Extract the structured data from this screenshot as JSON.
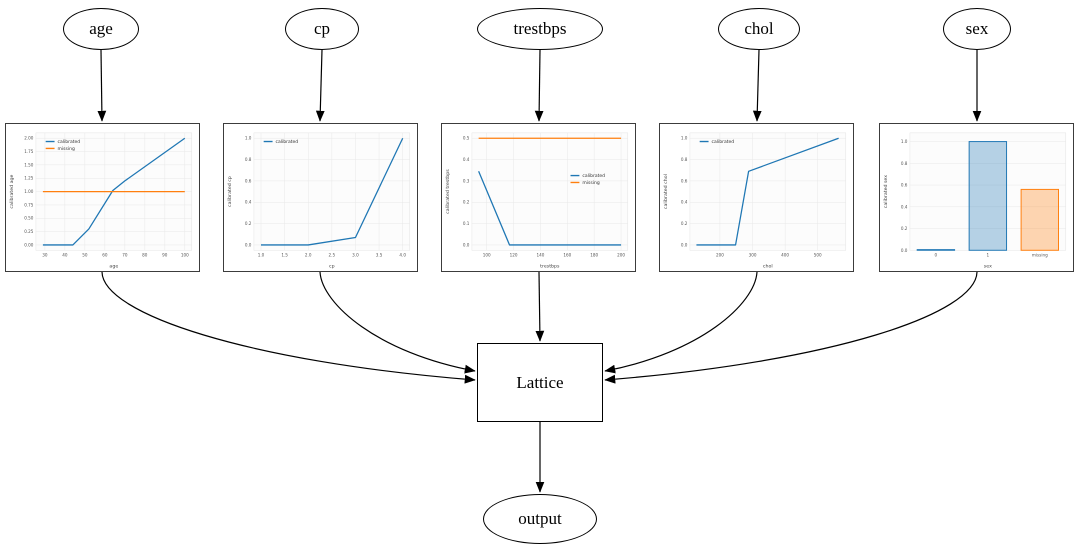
{
  "diagram": {
    "features": [
      {
        "label": "age"
      },
      {
        "label": "cp"
      },
      {
        "label": "trestbps"
      },
      {
        "label": "chol"
      },
      {
        "label": "sex"
      }
    ],
    "lattice_label": "Lattice",
    "output_label": "output",
    "colors": {
      "calibrated": "#1f77b4",
      "missing": "#ff7f0e"
    }
  },
  "chart_data": [
    {
      "type": "line",
      "xlabel": "age",
      "ylabel": "calibrated age",
      "xlim": [
        25.5,
        103.5
      ],
      "ylim": [
        -0.1,
        2.1
      ],
      "xticks": {
        "values": [
          30,
          40,
          50,
          60,
          70,
          80,
          90,
          100
        ],
        "labels": [
          "30",
          "40",
          "50",
          "60",
          "70",
          "80",
          "90",
          "100"
        ]
      },
      "yticks": {
        "values": [
          0,
          0.25,
          0.5,
          0.75,
          1.0,
          1.25,
          1.5,
          1.75,
          2.0
        ],
        "labels": [
          "0.00",
          "0.25",
          "0.50",
          "0.75",
          "1.00",
          "1.25",
          "1.50",
          "1.75",
          "2.00"
        ]
      },
      "series": [
        {
          "name": "calibrated",
          "color": "#1f77b4",
          "points": [
            [
              29,
              0
            ],
            [
              44,
              0
            ],
            [
              52,
              0.3
            ],
            [
              64,
              1.02
            ],
            [
              70,
              1.2
            ],
            [
              100,
              2.0
            ]
          ]
        },
        {
          "name": "missing",
          "color": "#ff7f0e",
          "points": [
            [
              29,
              1.0
            ],
            [
              100,
              1.0
            ]
          ]
        }
      ],
      "legend": {
        "pos": [
          0.05,
          0.04
        ],
        "items": [
          {
            "label": "calibrated",
            "color": "#1f77b4"
          },
          {
            "label": "missing",
            "color": "#ff7f0e"
          }
        ]
      }
    },
    {
      "type": "line",
      "xlabel": "cp",
      "ylabel": "calibrated cp",
      "xlim": [
        0.85,
        4.15
      ],
      "ylim": [
        -0.05,
        1.05
      ],
      "xticks": {
        "values": [
          1.0,
          1.5,
          2.0,
          2.5,
          3.0,
          3.5,
          4.0
        ],
        "labels": [
          "1.0",
          "1.5",
          "2.0",
          "2.5",
          "3.0",
          "3.5",
          "4.0"
        ]
      },
      "yticks": {
        "values": [
          0,
          0.2,
          0.4,
          0.6,
          0.8,
          1.0
        ],
        "labels": [
          "0.0",
          "0.2",
          "0.4",
          "0.6",
          "0.8",
          "1.0"
        ]
      },
      "series": [
        {
          "name": "calibrated",
          "color": "#1f77b4",
          "points": [
            [
              1,
              0
            ],
            [
              2,
              0
            ],
            [
              3,
              0.07
            ],
            [
              4,
              1.0
            ]
          ]
        }
      ],
      "legend": {
        "pos": [
          0.05,
          0.04
        ],
        "items": [
          {
            "label": "calibrated",
            "color": "#1f77b4"
          }
        ]
      }
    },
    {
      "type": "line",
      "xlabel": "trestbps",
      "ylabel": "calibrated trestbps",
      "xlim": [
        89,
        205
      ],
      "ylim": [
        -0.025,
        0.525
      ],
      "xticks": {
        "values": [
          100,
          120,
          140,
          160,
          180,
          200
        ],
        "labels": [
          "100",
          "120",
          "140",
          "160",
          "180",
          "200"
        ]
      },
      "yticks": {
        "values": [
          0,
          0.1,
          0.2,
          0.3,
          0.4,
          0.5
        ],
        "labels": [
          "0.0",
          "0.1",
          "0.2",
          "0.3",
          "0.4",
          "0.5"
        ]
      },
      "series": [
        {
          "name": "calibrated",
          "color": "#1f77b4",
          "points": [
            [
              94,
              0.345
            ],
            [
              117,
              0
            ],
            [
              200,
              0
            ]
          ]
        },
        {
          "name": "missing",
          "color": "#ff7f0e",
          "points": [
            [
              94,
              0.5
            ],
            [
              200,
              0.5
            ]
          ]
        }
      ],
      "legend": {
        "pos": [
          0.62,
          0.33
        ],
        "items": [
          {
            "label": "calibrated",
            "color": "#1f77b4"
          },
          {
            "label": "missing",
            "color": "#ff7f0e"
          }
        ]
      }
    },
    {
      "type": "line",
      "xlabel": "chol",
      "ylabel": "calibrated chol",
      "xlim": [
        108,
        586
      ],
      "ylim": [
        -0.05,
        1.05
      ],
      "xticks": {
        "values": [
          200,
          300,
          400,
          500
        ],
        "labels": [
          "200",
          "300",
          "400",
          "500"
        ]
      },
      "yticks": {
        "values": [
          0,
          0.2,
          0.4,
          0.6,
          0.8,
          1.0
        ],
        "labels": [
          "0.0",
          "0.2",
          "0.4",
          "0.6",
          "0.8",
          "1.0"
        ]
      },
      "series": [
        {
          "name": "calibrated",
          "color": "#1f77b4",
          "points": [
            [
              128,
              0
            ],
            [
              248,
              0
            ],
            [
              288,
              0.69
            ],
            [
              564,
              1.0
            ]
          ]
        }
      ],
      "legend": {
        "pos": [
          0.05,
          0.04
        ],
        "items": [
          {
            "label": "calibrated",
            "color": "#1f77b4"
          }
        ]
      }
    },
    {
      "type": "bar",
      "xlabel": "sex",
      "ylabel": "calibrated sex",
      "ylim": [
        0,
        1.08
      ],
      "yticks": {
        "values": [
          0,
          0.2,
          0.4,
          0.6,
          0.8,
          1.0
        ],
        "labels": [
          "0.0",
          "0.2",
          "0.4",
          "0.6",
          "0.8",
          "1.0"
        ]
      },
      "categories": [
        "0",
        "1",
        "missing"
      ],
      "values": [
        0.006,
        1.0,
        0.56
      ],
      "bar_colors": [
        "#1f77b4",
        "#1f77b4",
        "#ff7f0e"
      ]
    }
  ]
}
